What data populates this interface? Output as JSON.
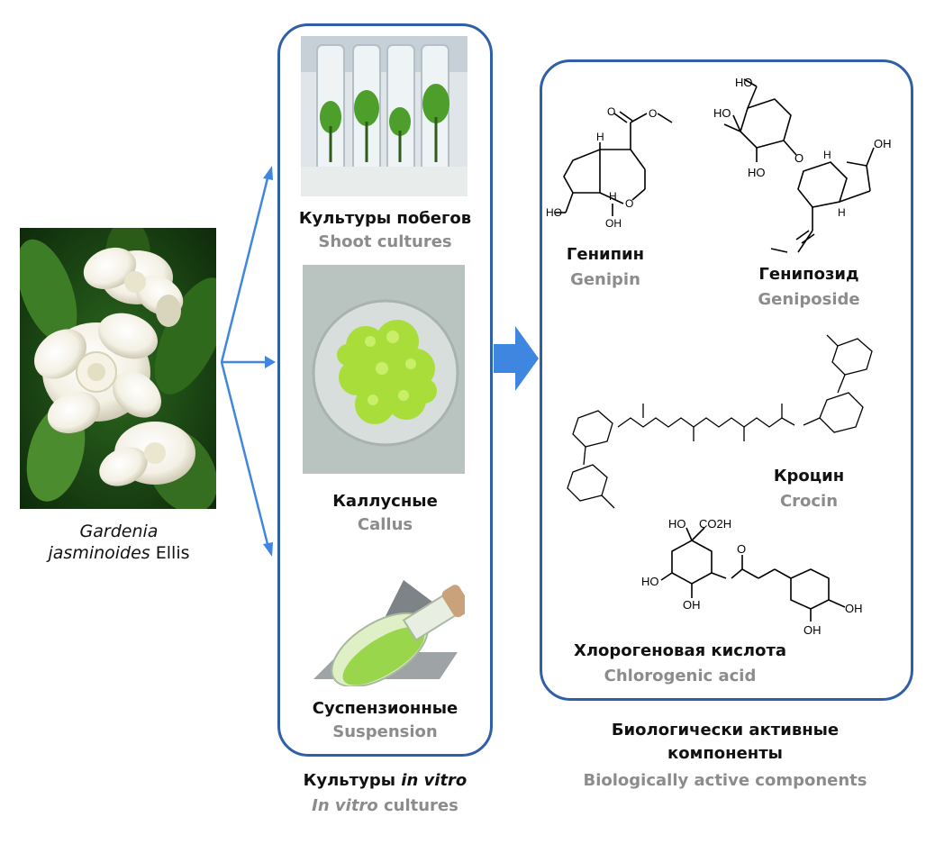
{
  "colors": {
    "panel_border": "#2f5fa8",
    "arrow": "#3f86e0",
    "title_ru": "#111111",
    "title_en": "#8c8c8c"
  },
  "plant": {
    "species_italic": "Gardenia",
    "line2_italic": "jasminoides",
    "authority": "Ellis"
  },
  "cultures": {
    "items": [
      {
        "ru": "Культуры побегов",
        "en": "Shoot cultures"
      },
      {
        "ru": "Каллусные",
        "en": "Callus"
      },
      {
        "ru": "Суспензионные",
        "en": "Suspension"
      }
    ],
    "footer_ru_plain": "Культуры",
    "footer_ru_italic": "in vitro",
    "footer_en_italic": "In vitro",
    "footer_en_plain": "cultures"
  },
  "compounds": {
    "items": [
      {
        "ru": "Генипин",
        "en": "Genipin"
      },
      {
        "ru": "Генипозид",
        "en": "Geniposide"
      },
      {
        "ru": "Кроцин",
        "en": "Crocin"
      },
      {
        "ru": "Хлорогеновая кислота",
        "en": "Chlorogenic acid"
      }
    ],
    "footer_ru_line1": "Биологически активные",
    "footer_ru_line2": "компоненты",
    "footer_en": "Biologically active components"
  },
  "structure_labels": {
    "genipin": {
      "h1": "H",
      "h2": "H",
      "ho": "HO",
      "oh": "OH",
      "o1": "O",
      "o2": "O",
      "o3": "O"
    },
    "geniposide": {
      "ho_top": "HO",
      "ho_left": "HO",
      "ho_bottom": "HO",
      "oh": "OH",
      "h1": "H",
      "h2": "H",
      "o": "O"
    },
    "chlorogenic": {
      "ho": "HO",
      "co2h": "CO2H",
      "ho_left": "HO",
      "oh_bottom": "OH",
      "oh_ring1": "OH",
      "oh_ring2": "OH",
      "o": "O"
    }
  }
}
